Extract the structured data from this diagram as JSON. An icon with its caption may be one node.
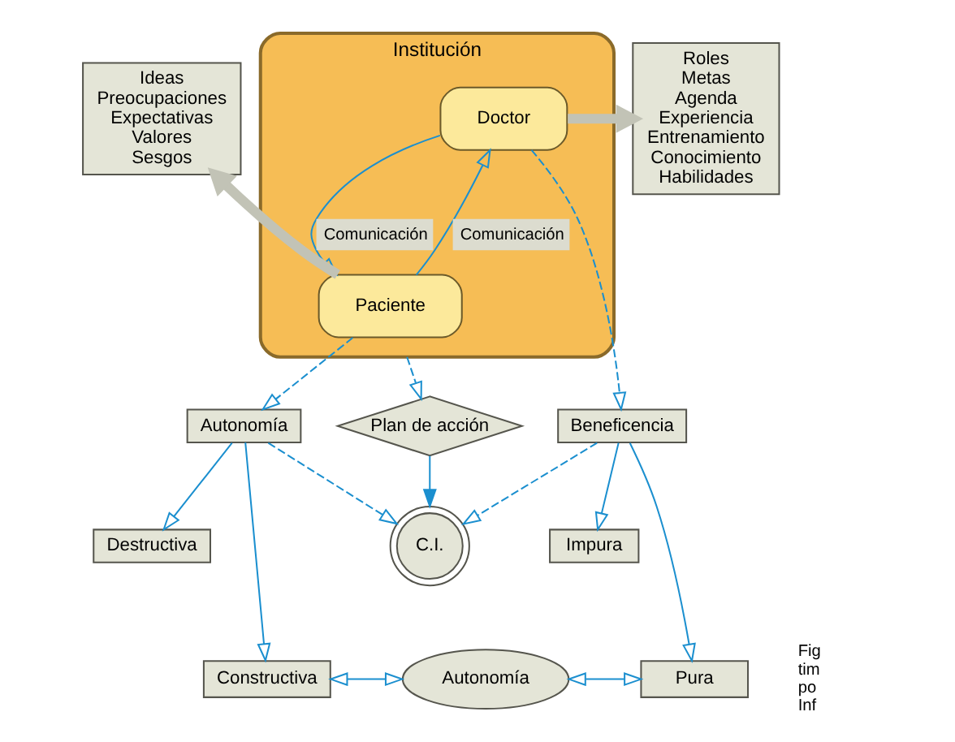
{
  "diagram": {
    "nodes": [
      {
        "text": [
          "Institución"
        ]
      },
      {
        "text": [
          "Doctor"
        ],
        "in": 0
      },
      {
        "text": [
          "Paciente"
        ],
        "in": 0
      },
      {
        "text": [
          "Roles",
          "Metas",
          "Agenda",
          "Experiencia",
          "Entrenamiento",
          "Conocimiento",
          "Habilidades"
        ]
      },
      {
        "text": [
          "Ideas",
          "Preocupaciones",
          "Expectativas",
          "Valores",
          "Sesgos"
        ]
      },
      {
        "text": [
          "Plan de acción"
        ]
      },
      {
        "text": [
          "Autonomía"
        ]
      },
      {
        "text": [
          "Beneficencia"
        ]
      },
      {
        "text": [
          "C.I."
        ]
      },
      {
        "text": [
          "Destructiva"
        ]
      },
      {
        "text": [
          "Impura"
        ]
      },
      {
        "text": [
          "Constructiva"
        ]
      },
      {
        "text": [
          "Autonomía"
        ]
      },
      {
        "text": [
          "Pura"
        ]
      }
    ],
    "edges": [
      {
        "from": 1,
        "to": 3,
        "arrow": "to",
        "style": "thick",
        "color": "#c2c3b6"
      },
      {
        "from": 2,
        "to": 4,
        "arrow": "to",
        "style": "thick",
        "color": "#c2c3b6"
      },
      {
        "from": 1,
        "to": 2,
        "arrow": "to",
        "label": "Comunicación"
      },
      {
        "from": 2,
        "to": 1,
        "arrow": "to",
        "label": "Comunicación"
      },
      {
        "from": 2,
        "to": 6,
        "arrow": "to",
        "style": "dashed"
      },
      {
        "from": 0,
        "to": 5,
        "arrow": "to",
        "style": "dashed"
      },
      {
        "from": 1,
        "to": 7,
        "arrow": "to",
        "style": "dashed"
      },
      {
        "from": 5,
        "to": 8,
        "arrow": "to"
      },
      {
        "from": 6,
        "to": 8,
        "arrow": "to",
        "style": "dashed"
      },
      {
        "from": 7,
        "to": 8,
        "arrow": "to",
        "style": "dashed"
      },
      {
        "from": 6,
        "to": 9,
        "arrow": "to"
      },
      {
        "from": 6,
        "to": 11,
        "arrow": "to"
      },
      {
        "from": 7,
        "to": 13,
        "arrow": "to"
      },
      {
        "from": 7,
        "to": 10,
        "arrow": "to"
      },
      {
        "from": 11,
        "to": 12,
        "arrow": "both"
      },
      {
        "from": 12,
        "to": 13,
        "arrow": "both"
      }
    ],
    "labels": [
      "Fig tim po Inf"
    ]
  }
}
